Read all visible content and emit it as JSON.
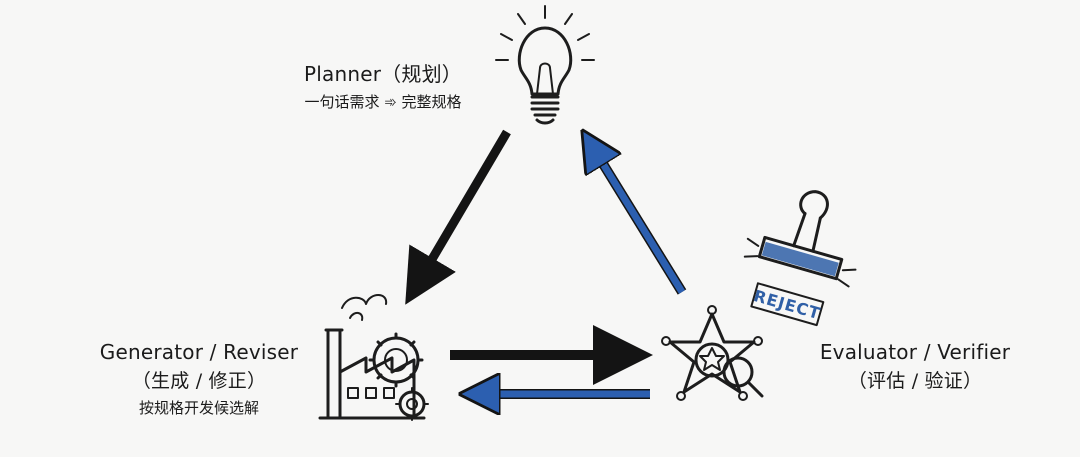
{
  "nodes": {
    "planner": {
      "title": "Planner（规划）",
      "subtitle": "一句话需求 ➾ 完整规格"
    },
    "generator": {
      "title": "Generator / Reviser",
      "subtitle": "（生成 / 修正）",
      "description": "按规格开发候选解"
    },
    "evaluator": {
      "title": "Evaluator / Verifier",
      "subtitle": "（评估 / 验证）"
    }
  },
  "stamp": {
    "text": "REJECT"
  },
  "colors": {
    "black_arrow": "#141414",
    "blue_arrow": "#2c5fb0",
    "stamp_blue": "#2f5fa6"
  },
  "icons": {
    "planner": "lightbulb-icon",
    "generator": "factory-gear-icon",
    "evaluator": "sheriff-star-icon",
    "reject": "rubber-stamp-icon"
  }
}
